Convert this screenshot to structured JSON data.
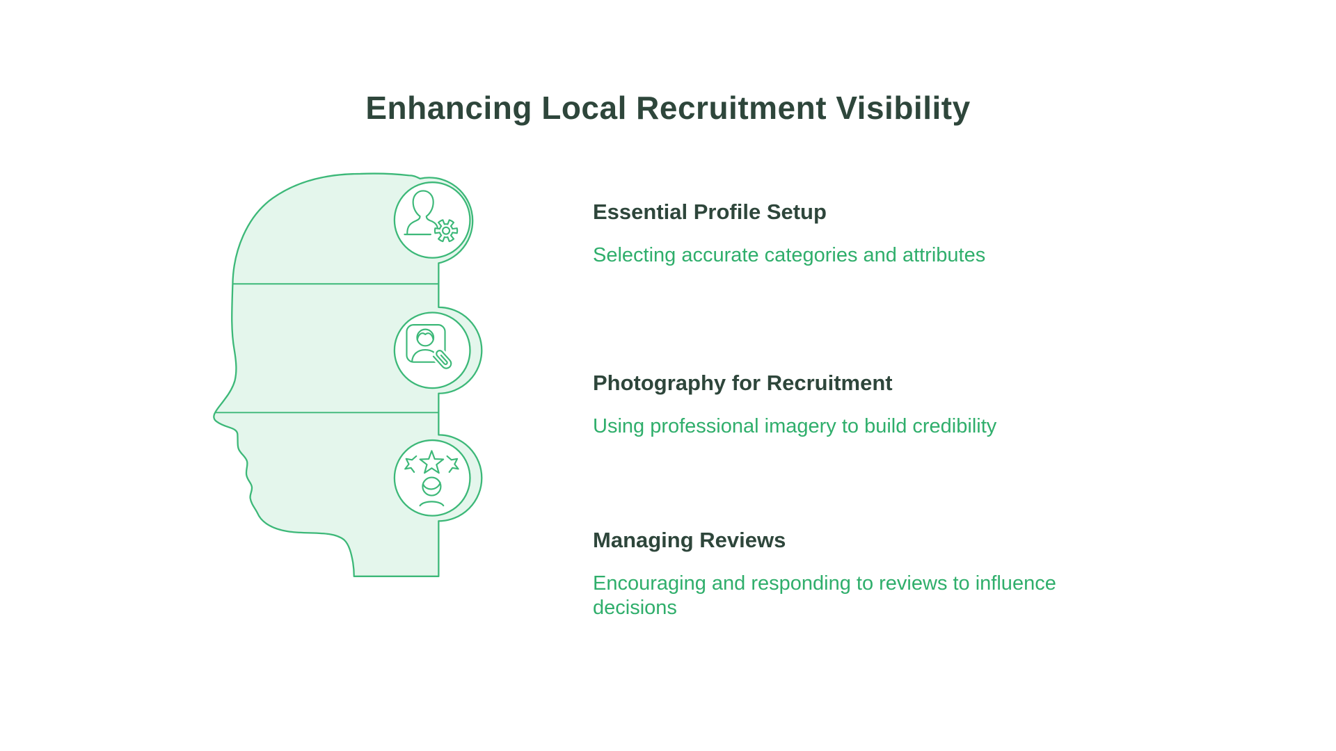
{
  "title": "Enhancing Local Recruitment Visibility",
  "colors": {
    "heading_dark_green": "#2e463b",
    "accent_green": "#3cb878",
    "text_green": "#2fae6b",
    "head_fill_mint": "#e4f6ec",
    "background": "#ffffff"
  },
  "figure": {
    "name": "head-profile-silhouette",
    "sections_count": 3
  },
  "sections": [
    {
      "heading": "Essential Profile Setup",
      "description": "Selecting accurate categories and attributes",
      "icon": "person-gear-icon"
    },
    {
      "heading": "Photography for Recruitment",
      "description": "Using professional imagery to build credibility",
      "icon": "photo-paperclip-icon"
    },
    {
      "heading": "Managing Reviews",
      "description": "Encouraging and responding to reviews to influence decisions",
      "icon": "stars-review-icon"
    }
  ]
}
